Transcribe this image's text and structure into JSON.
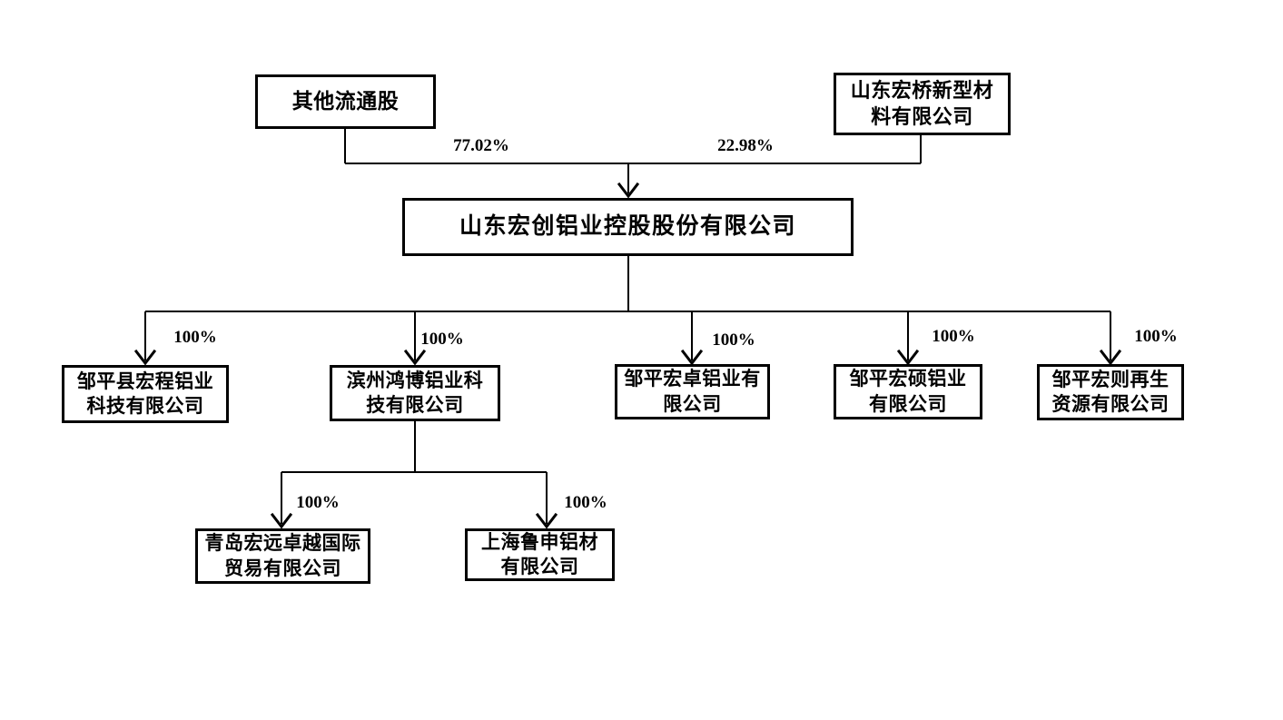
{
  "background_color": "#ffffff",
  "line_color": "#000000",
  "text_color": "#000000",
  "org_chart": {
    "shareholders": [
      {
        "name": "其他流通股",
        "lines": [
          "其他流通股"
        ],
        "ownership": "77.02%"
      },
      {
        "name": "山东宏桥新型材料有限公司",
        "lines": [
          "山东宏桥新型材",
          "料有限公司"
        ],
        "ownership": "22.98%"
      }
    ],
    "company": {
      "name": "山东宏创铝业控股股份有限公司",
      "lines": [
        "山东宏创铝业控股股份有限公司"
      ]
    },
    "subsidiaries": [
      {
        "name": "邹平县宏程铝业科技有限公司",
        "lines": [
          "邹平县宏程铝业",
          "科技有限公司"
        ],
        "ownership": "100%"
      },
      {
        "name": "滨州鸿博铝业科技有限公司",
        "lines": [
          "滨州鸿博铝业科",
          "技有限公司"
        ],
        "ownership": "100%"
      },
      {
        "name": "邹平宏卓铝业有限公司",
        "lines": [
          "邹平宏卓铝业有",
          "限公司"
        ],
        "ownership": "100%"
      },
      {
        "name": "邹平宏硕铝业有限公司",
        "lines": [
          "邹平宏硕铝业",
          "有限公司"
        ],
        "ownership": "100%"
      },
      {
        "name": "邹平宏则再生资源有限公司",
        "lines": [
          "邹平宏则再生",
          "资源有限公司"
        ],
        "ownership": "100%"
      }
    ],
    "grandchild_subsidiaries": [
      {
        "name": "青岛宏远卓越国际贸易有限公司",
        "lines": [
          "青岛宏远卓越国际",
          "贸易有限公司"
        ],
        "ownership": "100%",
        "parent": "滨州鸿博铝业科技有限公司"
      },
      {
        "name": "上海鲁申铝材有限公司",
        "lines": [
          "上海鲁申铝材",
          "有限公司"
        ],
        "ownership": "100%",
        "parent": "滨州鸿博铝业科技有限公司"
      }
    ]
  }
}
